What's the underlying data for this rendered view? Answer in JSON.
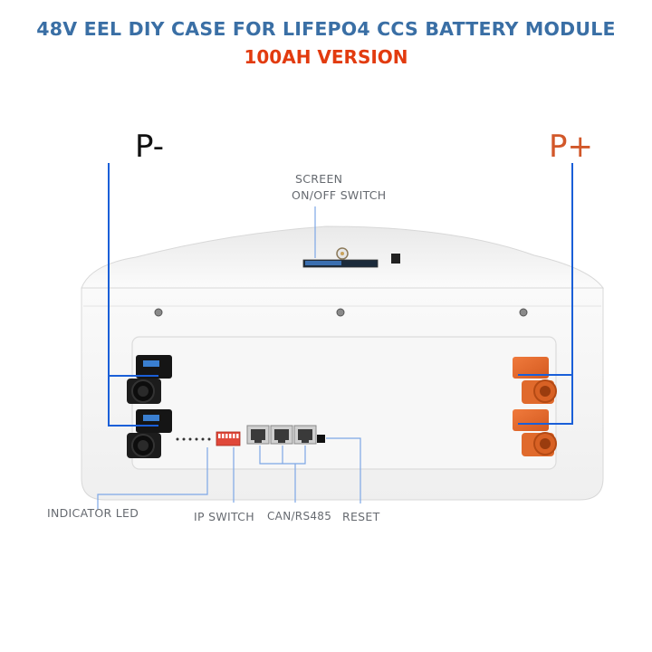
{
  "title": {
    "main": "48V EEL DIY CASE FOR LIFEPO4 CCS BATTERY MODULE",
    "version": "100AH VERSION"
  },
  "terminals": {
    "negative": "P-",
    "positive": "P+"
  },
  "callouts": {
    "screen": "SCREEN",
    "onoff": "ON/OFF SWITCH",
    "indicator_led": "INDICATOR LED",
    "ip_switch": "IP SWITCH",
    "can_rs485": "CAN/RS485",
    "reset": "RESET"
  },
  "colors": {
    "title_blue": "#3a6fa5",
    "version_red": "#e23b0f",
    "negative_black": "#111111",
    "positive_orange": "#d2582a",
    "leader_blue": "#1a5fd8",
    "case_white": "#f4f4f4"
  }
}
